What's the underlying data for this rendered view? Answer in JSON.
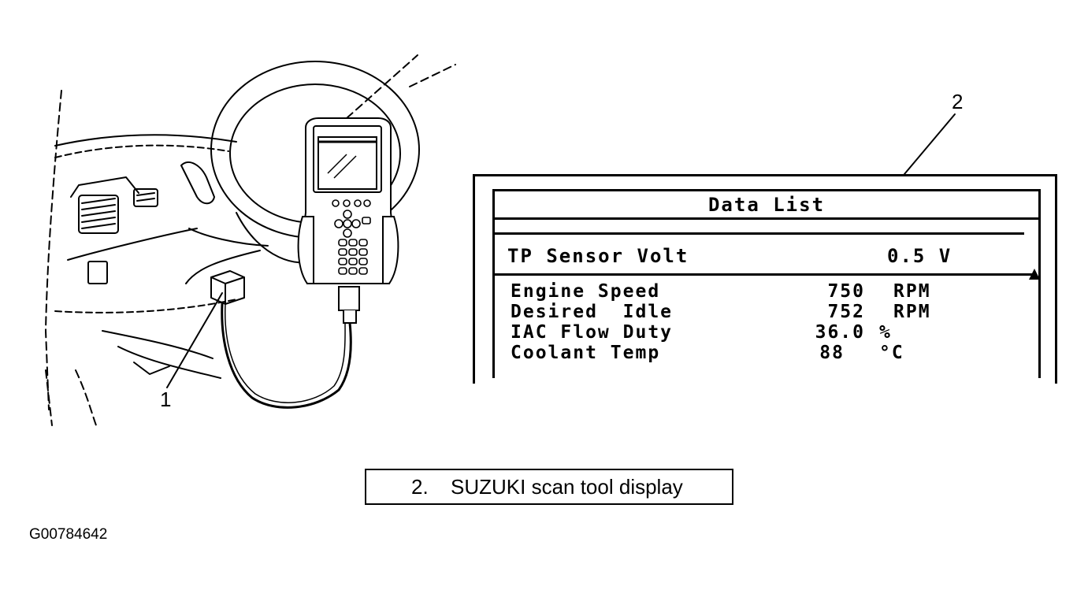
{
  "callouts": {
    "connector": "1",
    "display": "2"
  },
  "scan_display": {
    "title": "Data List",
    "primary": {
      "label": "TP Sensor Volt",
      "value": "0.5 V"
    },
    "parameters": [
      {
        "name": "Engine Speed",
        "value": "750",
        "unit": "RPM"
      },
      {
        "name": "Desired  Idle",
        "value": "752",
        "unit": "RPM"
      },
      {
        "name": "IAC Flow Duty",
        "value": "36.0",
        "unit": "%"
      },
      {
        "name": "Coolant Temp",
        "value": "88",
        "unit": "°C"
      }
    ],
    "scroll_icon": "up-triangle-icon"
  },
  "caption": {
    "number": "2.",
    "text": "SUZUKI scan tool display"
  },
  "figure_id": "G00784642"
}
